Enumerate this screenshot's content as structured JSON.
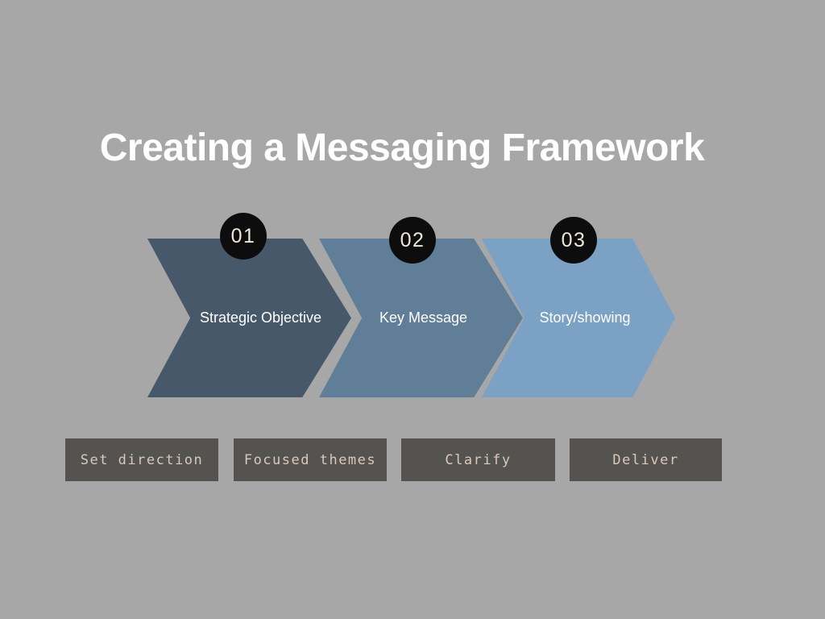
{
  "title": "Creating a Messaging Framework",
  "colors": {
    "background": "#A7A7A7",
    "title_text": "#FFFFFF",
    "step_label_text": "#FFFFFF",
    "badge_bg": "#0D0D0D",
    "badge_text": "#EDE9DA",
    "button_bg": "#555350",
    "button_text": "#D9C9BC"
  },
  "steps": [
    {
      "number": "01",
      "label": "Strategic Objective",
      "color": "#46586A"
    },
    {
      "number": "02",
      "label": "Key Message",
      "color": "#617E99"
    },
    {
      "number": "03",
      "label": "Story/showing",
      "color": "#7BA2C4"
    }
  ],
  "actions": [
    {
      "label": "Set direction"
    },
    {
      "label": "Focused themes"
    },
    {
      "label": "Clarify"
    },
    {
      "label": "Deliver"
    }
  ]
}
